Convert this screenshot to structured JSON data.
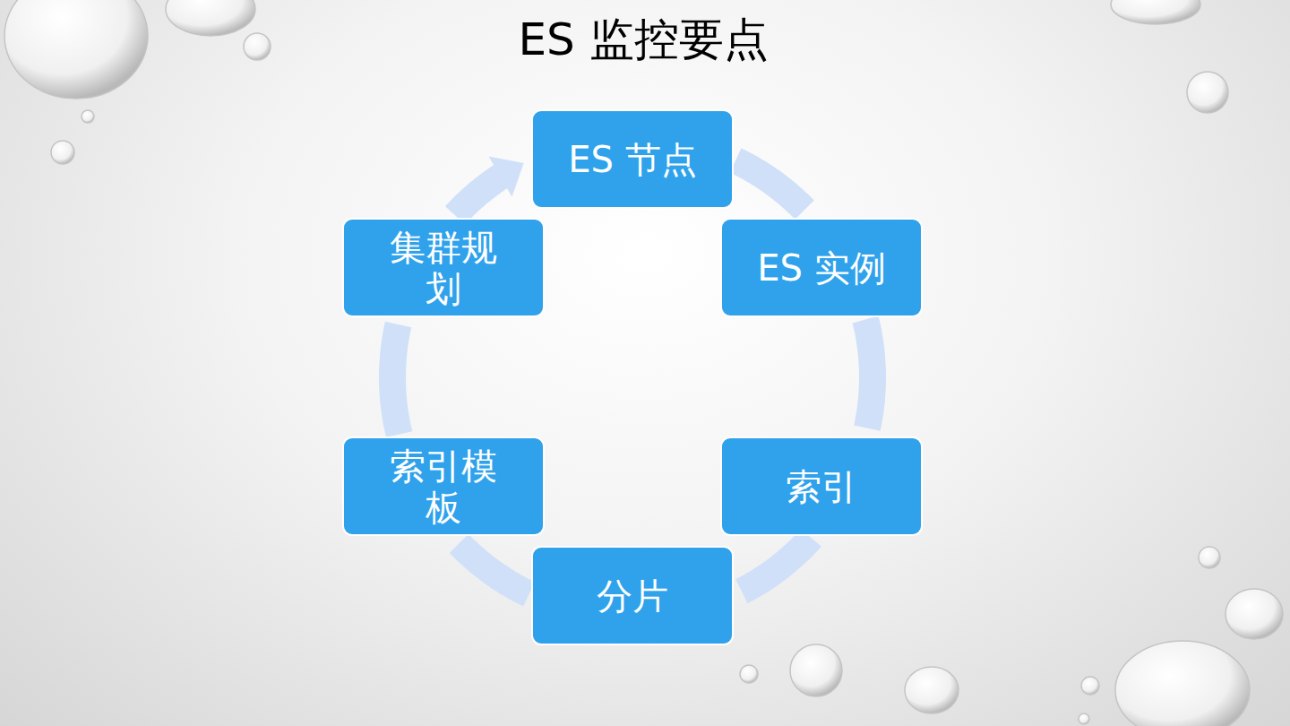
{
  "diagram": {
    "title": "ES 监控要点",
    "nodes": [
      {
        "text": [
          "ES 节点"
        ]
      },
      {
        "text": [
          "ES 实例"
        ]
      },
      {
        "text": [
          "索引"
        ]
      },
      {
        "text": [
          "分片"
        ]
      },
      {
        "text": [
          "索引模板"
        ]
      },
      {
        "text": [
          "集群规划"
        ]
      }
    ],
    "edges": [
      {
        "from": 0,
        "to": 1,
        "arrow": "none"
      },
      {
        "from": 1,
        "to": 2,
        "arrow": "none"
      },
      {
        "from": 2,
        "to": 3,
        "arrow": "none"
      },
      {
        "from": 3,
        "to": 4,
        "arrow": "none"
      },
      {
        "from": 4,
        "to": 5,
        "arrow": "none"
      },
      {
        "from": 5,
        "to": 0,
        "arrow": "to"
      }
    ]
  }
}
